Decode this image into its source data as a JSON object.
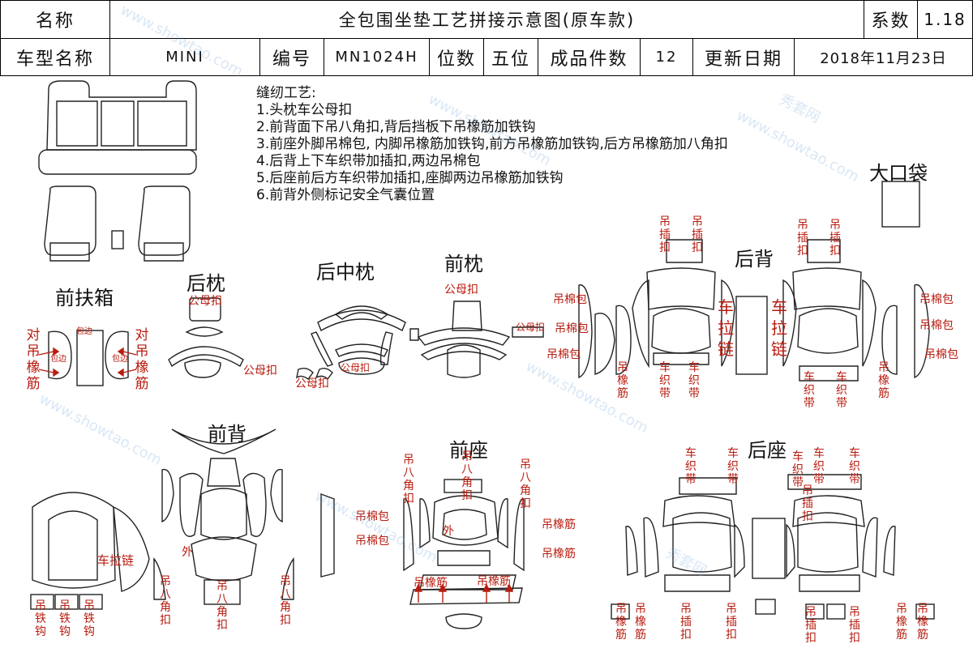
{
  "header": {
    "name_label": "名称",
    "title": "全包围坐垫工艺拼接示意图(原车款)",
    "coef_label": "系数",
    "coef_value": "1.18",
    "model_label": "车型名称",
    "model_value": "MINI",
    "code_label": "编号",
    "code_value": "MN1024H",
    "seats_label": "位数",
    "seats_value": "五位",
    "pieces_label": "成品件数",
    "pieces_value": "12",
    "date_label": "更新日期",
    "date_value": "2018年11月23日"
  },
  "notes": {
    "title": "缝纫工艺:",
    "items": [
      "1.头枕车公母扣",
      "2.前背面下吊八角扣,背后挡板下吊橡筋加铁钩",
      "3.前座外脚吊棉包, 内脚吊橡筋加铁钩,前方吊橡筋加铁钩,后方吊橡筋加八角扣",
      "4.后背上下车织带加插扣,两边吊棉包",
      "5.后座前后方车织带加插扣,座脚两边吊橡筋加铁钩",
      "6.前背外侧标记安全气囊位置"
    ]
  },
  "sections": {
    "big_pocket": "大口袋",
    "front_armrest": "前扶箱",
    "rear_headrest": "后枕",
    "rear_mid_headrest": "后中枕",
    "front_headrest": "前枕",
    "rear_back": "后背",
    "front_back": "前背",
    "front_seat": "前座",
    "rear_seat": "后座"
  },
  "labels": {
    "dui_diao_xiangjin": "对吊橡筋",
    "bao_bian": "包边",
    "gong_mu_kou": "公母扣",
    "diao_chakou": "吊插扣",
    "diao_mianbao": "吊棉包",
    "che_lalian": "车拉链",
    "che_zhidai": "车织带",
    "diao_xiangjin": "吊橡筋",
    "che_la_lian_h": "车拉链",
    "diao_tiegou": "吊铁钩",
    "diao_bajiaokou": "吊八角扣",
    "diao_bajiao": "吊八角",
    "wai": "外",
    "diao_chakou_v": "吊插扣"
  },
  "watermark": {
    "cn": "秀套网",
    "en": "www.showtao.com"
  }
}
